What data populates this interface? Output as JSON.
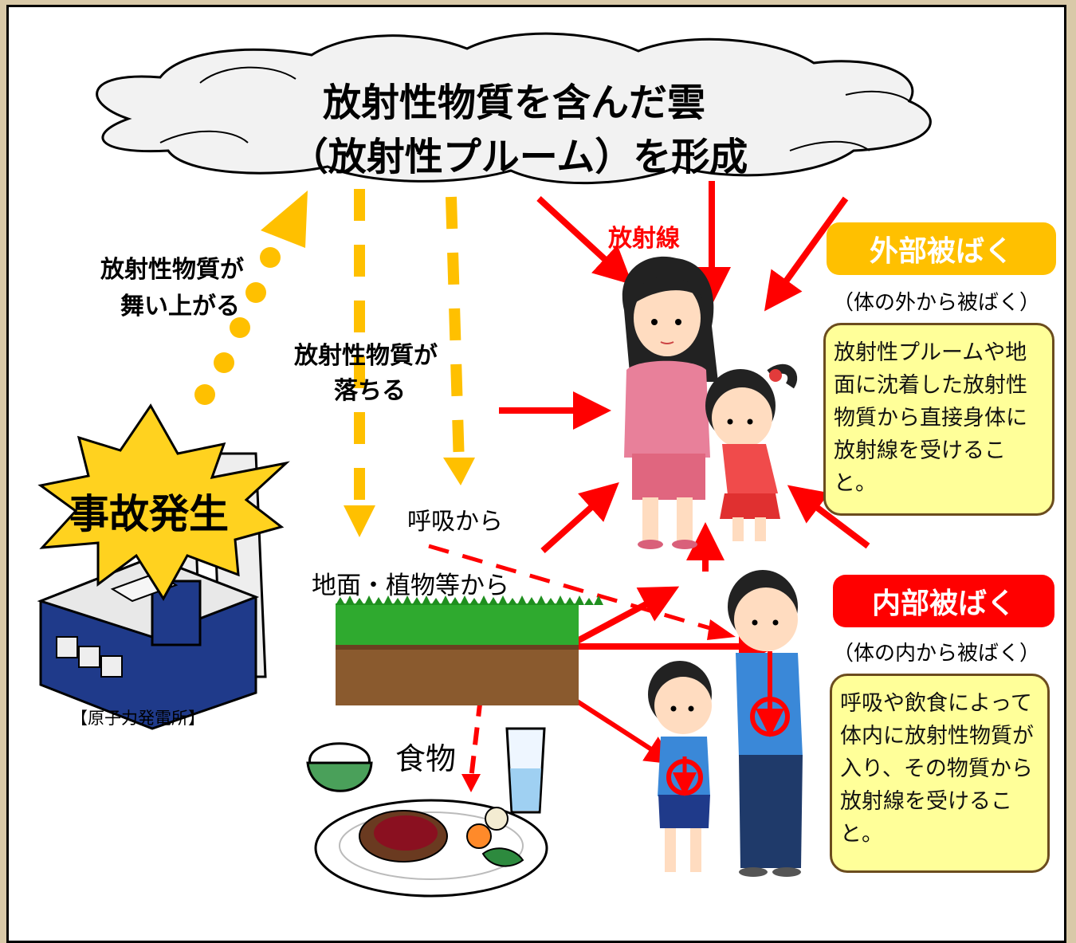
{
  "cloud": {
    "line1": "放射性物質を含んだ雲",
    "line2": "（放射性プルーム）を形成"
  },
  "labels": {
    "rise_line1": "放射性物質が",
    "rise_line2": "舞い上がる",
    "fall_line1": "放射性物質が",
    "fall_line2": "落ちる",
    "radiation": "放射線",
    "accident": "事故発生",
    "plant_caption": "【原子力発電所】",
    "breathing": "呼吸から",
    "ground": "地面・植物等から",
    "food": "食物"
  },
  "external": {
    "badge": "外部被ばく",
    "subtitle": "（体の外から被ばく）",
    "description": "放射性プルームや地面に沈着した放射性物質から直接身体に放射線を受けること。"
  },
  "internal": {
    "badge": "内部被ばく",
    "subtitle": "（体の内から被ばく）",
    "description": "呼吸や飲食によって体内に放射性物質が入り、その物質から放射線を受けること。"
  },
  "colors": {
    "external_badge": "#ffc000",
    "internal_badge": "#ff0000",
    "radiation_arrow": "#ff0000",
    "fallout_arrow": "#ffc000",
    "note_fill": "#ffff99"
  }
}
